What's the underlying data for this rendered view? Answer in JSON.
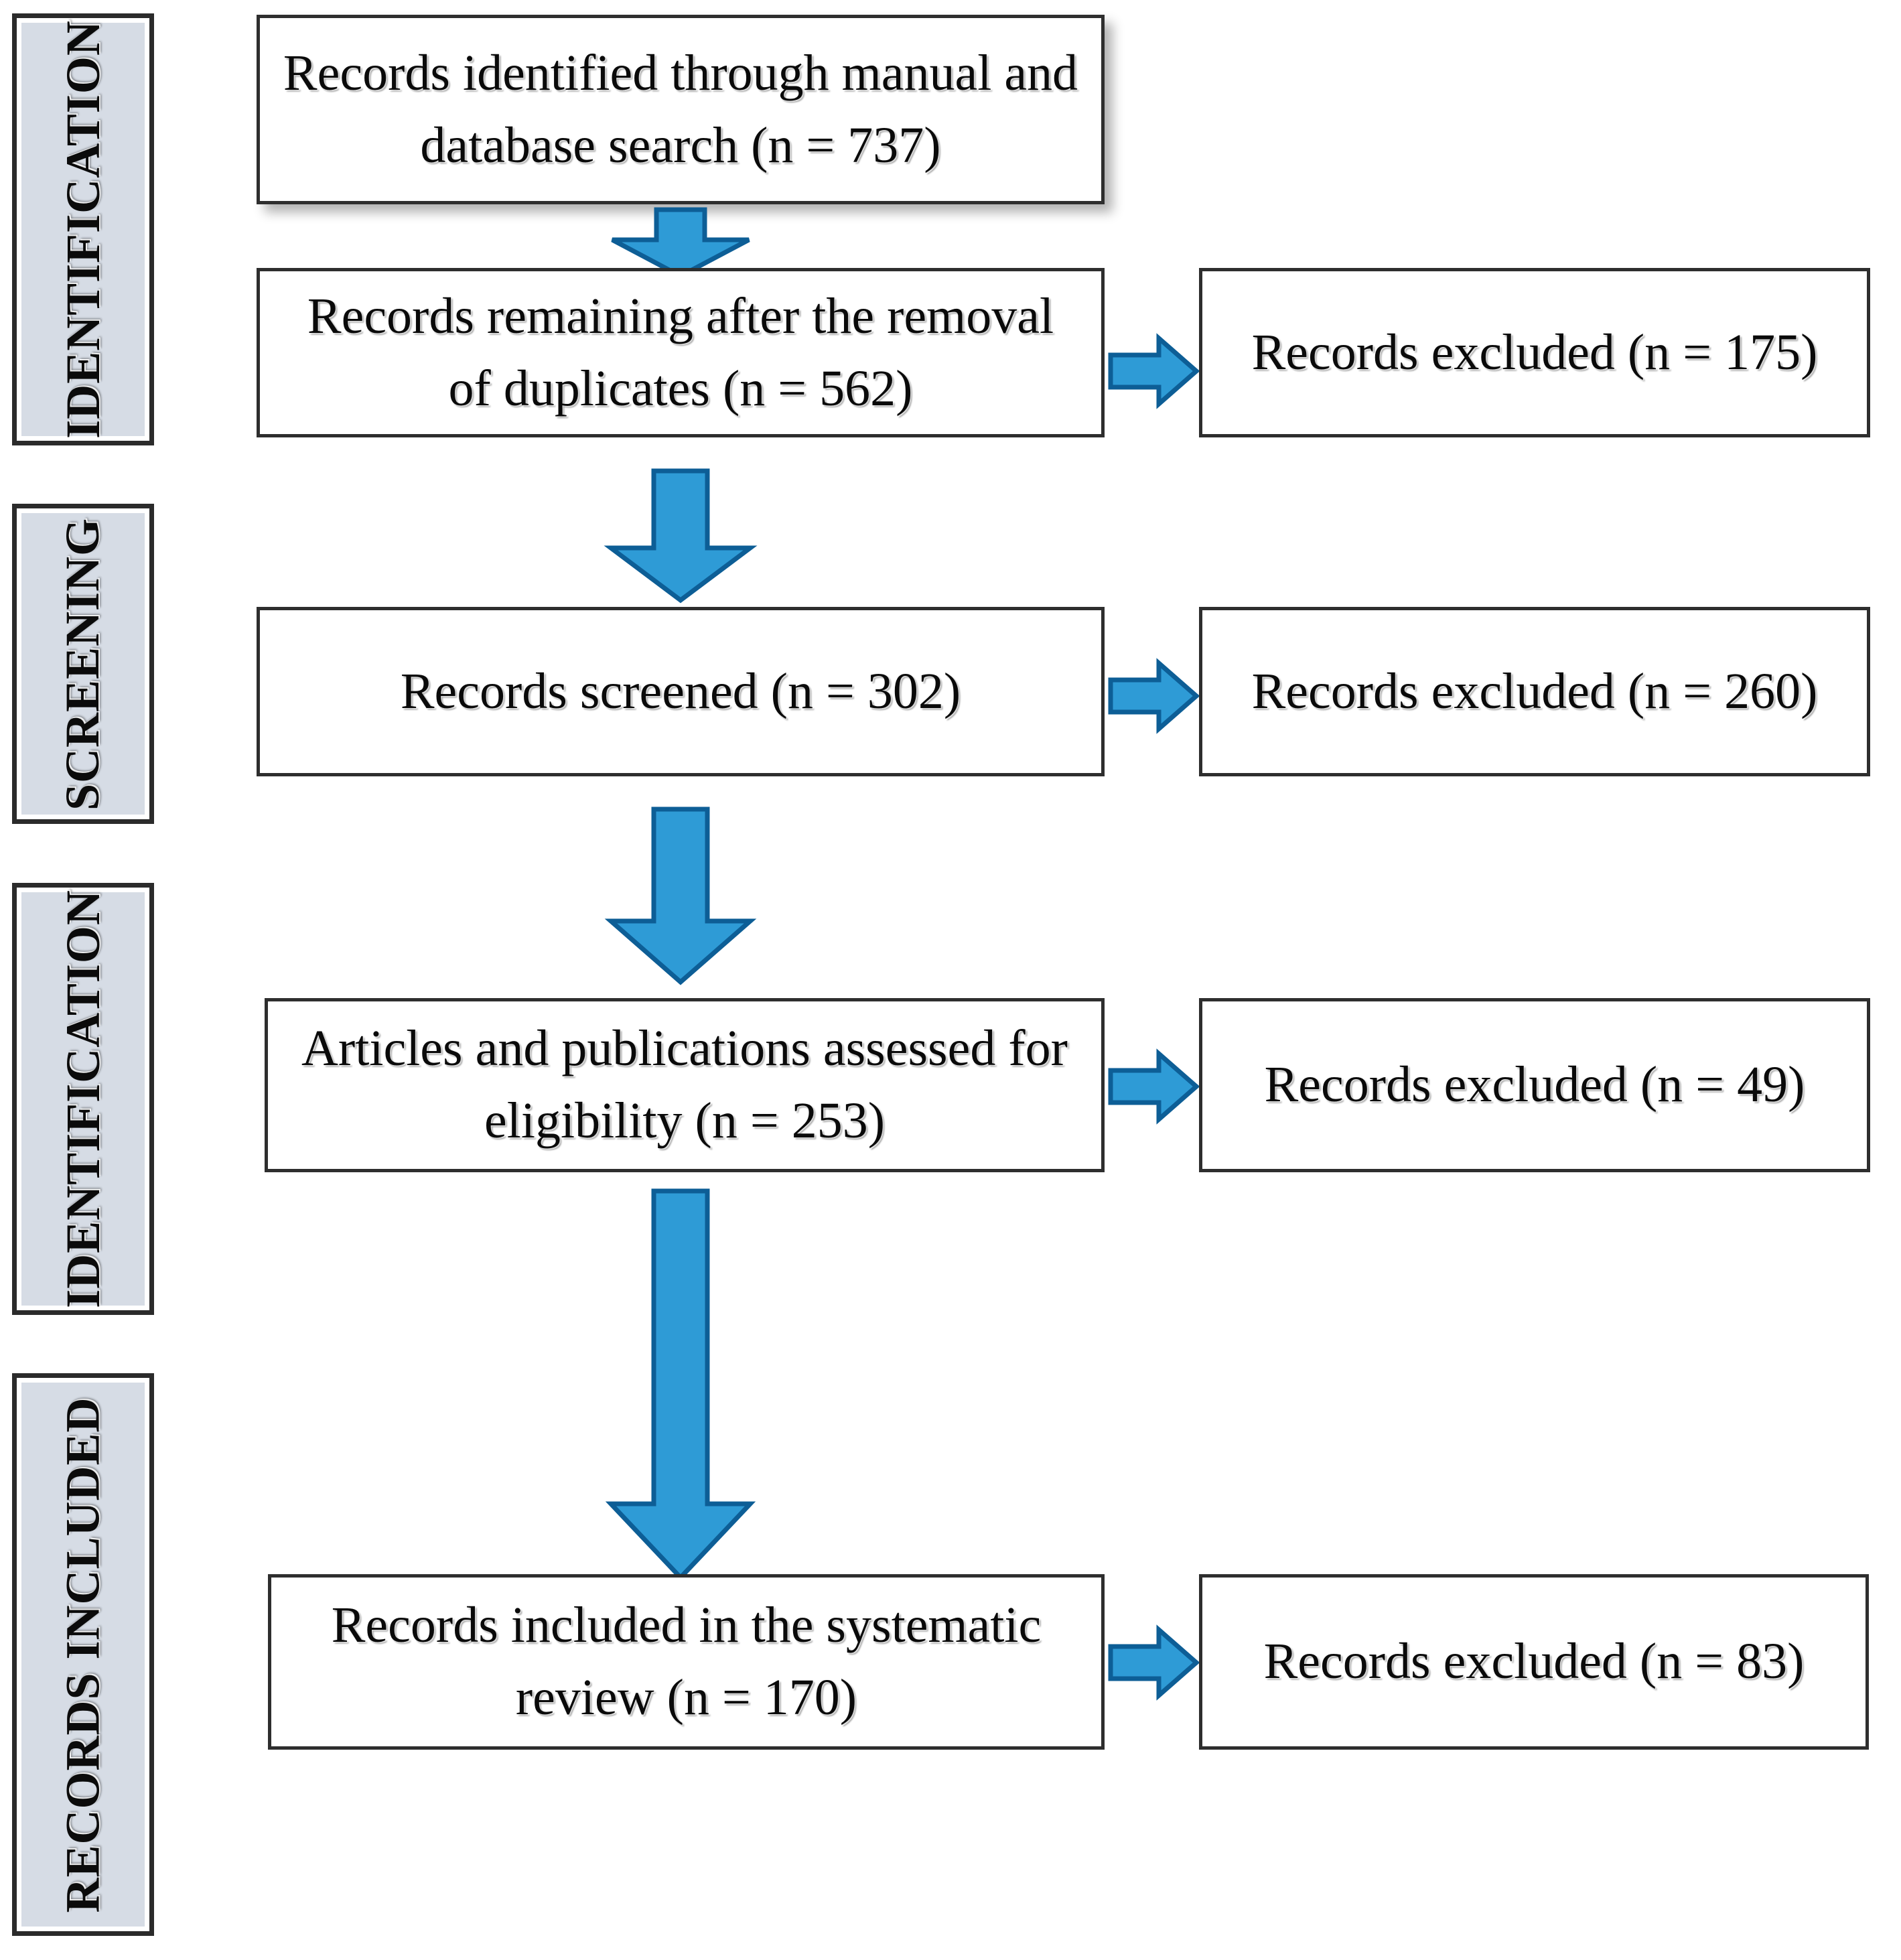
{
  "figure": {
    "type": "prisma-flow-diagram",
    "accent_color": "#2E9BD6",
    "accent_outline_color": "#0D5E96",
    "stage_label_fill": "#D6DCE5",
    "box_border_color": "#2E2E2E",
    "background": "#FFFFFF"
  },
  "stages": [
    {
      "label": "IDENTIFICATION"
    },
    {
      "label": "SCREENING"
    },
    {
      "label": "IDENTIFICATION"
    },
    {
      "label": "RECORDS INCLUDED"
    }
  ],
  "nodes": {
    "identified": "Records identified through manual and database search (n = 737)",
    "after_duplicates": "Records remaining after the removal of duplicates (n = 562)",
    "screened": "Records screened (n = 302)",
    "eligibility": "Articles and publications assessed for eligibility (n = 253)",
    "included": "Records included in the systematic review (n = 170)"
  },
  "exclusions": {
    "after_duplicates": "Records excluded (n = 175)",
    "screened": "Records excluded (n = 260)",
    "eligibility": "Records excluded (n = 49)",
    "included": "Records excluded (n = 83)"
  },
  "counts": {
    "identified": 737,
    "after_duplicates": 562,
    "excluded_duplicates_stage": 175,
    "screened": 302,
    "excluded_screened": 260,
    "eligibility": 253,
    "excluded_eligibility": 49,
    "included": 170,
    "excluded_included": 83
  }
}
